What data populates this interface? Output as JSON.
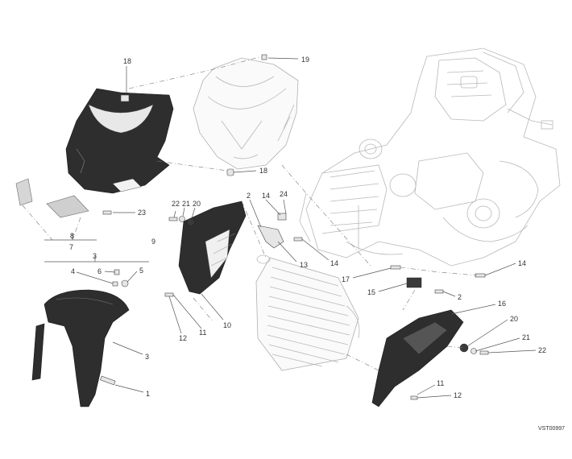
{
  "diagram": {
    "drawing_code": "VST00997",
    "callouts": [
      {
        "id": "c18a",
        "text": "18"
      },
      {
        "id": "c19",
        "text": "19"
      },
      {
        "id": "c18b",
        "text": "18"
      },
      {
        "id": "c22a",
        "text": "22"
      },
      {
        "id": "c21a",
        "text": "21"
      },
      {
        "id": "c20a",
        "text": "20"
      },
      {
        "id": "c2a",
        "text": "2"
      },
      {
        "id": "c14a",
        "text": "14"
      },
      {
        "id": "c24",
        "text": "24"
      },
      {
        "id": "c23",
        "text": "23"
      },
      {
        "id": "c8",
        "text": "8"
      },
      {
        "id": "c7",
        "text": "7"
      },
      {
        "id": "c9",
        "text": "9"
      },
      {
        "id": "c3a",
        "text": "3"
      },
      {
        "id": "c4",
        "text": "4"
      },
      {
        "id": "c6",
        "text": "6"
      },
      {
        "id": "c5",
        "text": "5"
      },
      {
        "id": "c13",
        "text": "13"
      },
      {
        "id": "c14b",
        "text": "14"
      },
      {
        "id": "c14c",
        "text": "14"
      },
      {
        "id": "c17",
        "text": "17"
      },
      {
        "id": "c15",
        "text": "15"
      },
      {
        "id": "c2b",
        "text": "2"
      },
      {
        "id": "c16",
        "text": "16"
      },
      {
        "id": "c20b",
        "text": "20"
      },
      {
        "id": "c21b",
        "text": "21"
      },
      {
        "id": "c22b",
        "text": "22"
      },
      {
        "id": "c10",
        "text": "10"
      },
      {
        "id": "c11a",
        "text": "11"
      },
      {
        "id": "c12a",
        "text": "12"
      },
      {
        "id": "c3b",
        "text": "3"
      },
      {
        "id": "c1",
        "text": "1"
      },
      {
        "id": "c11b",
        "text": "11"
      },
      {
        "id": "c12b",
        "text": "12"
      }
    ]
  }
}
